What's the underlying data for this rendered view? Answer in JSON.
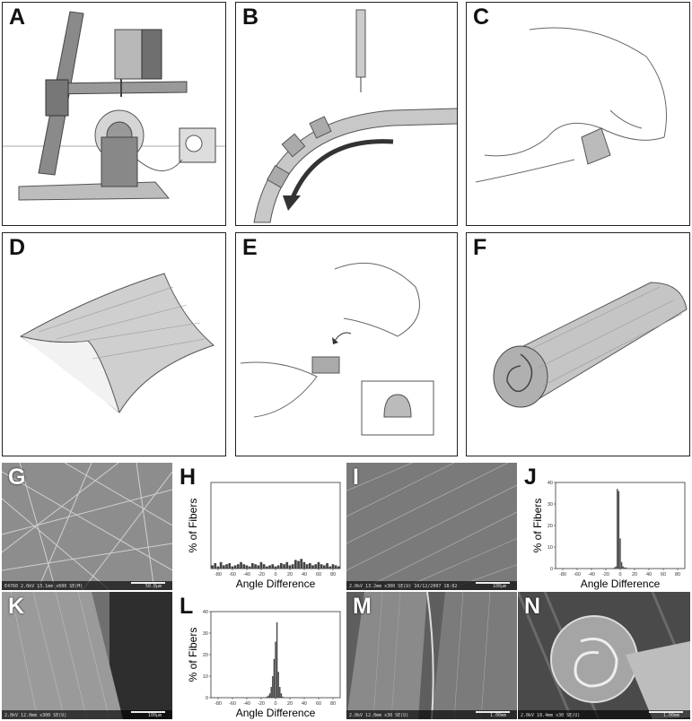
{
  "panels": {
    "a": {
      "label": "A"
    },
    "b": {
      "label": "B"
    },
    "c": {
      "label": "C"
    },
    "d": {
      "label": "D"
    },
    "e": {
      "label": "E"
    },
    "f": {
      "label": "F"
    }
  },
  "sem": {
    "g": {
      "label": "G",
      "info": "E4760 2.0kV 13.1mm x600 SE(M)",
      "scale": "50.0μm"
    },
    "i": {
      "label": "I",
      "info": "2.0kV 13.2mm x300 SE(U) 10/12/2007 18:02",
      "scale": "100μm"
    },
    "k": {
      "label": "K",
      "info": "2.0kV 12.0mm x300 SE(U)",
      "scale": "100μm"
    },
    "m": {
      "label": "M",
      "info": "2.0kV 12.0mm x30 SE(U)",
      "scale": "1.00mm"
    },
    "n": {
      "label": "N",
      "info": "2.0kV 18.4mm x30 SE(U)",
      "scale": "1.00mm"
    }
  },
  "histograms": {
    "h": {
      "label": "H"
    },
    "j": {
      "label": "J"
    },
    "l": {
      "label": "L"
    }
  },
  "chart_data": [
    {
      "type": "bar",
      "panel": "H",
      "xlabel": "Angle Difference",
      "ylabel": "% of Fibers",
      "xlim": [
        -90,
        90
      ],
      "ylim": [
        0,
        40
      ],
      "x_ticks": [
        -80,
        -60,
        -40,
        -20,
        0,
        20,
        40,
        60,
        80
      ],
      "y_ticks": [],
      "x": [
        -88,
        -84,
        -80,
        -76,
        -72,
        -68,
        -64,
        -60,
        -56,
        -52,
        -48,
        -44,
        -40,
        -36,
        -32,
        -28,
        -24,
        -20,
        -16,
        -12,
        -8,
        -4,
        0,
        4,
        8,
        12,
        16,
        20,
        24,
        28,
        32,
        36,
        40,
        44,
        48,
        52,
        56,
        60,
        64,
        68,
        72,
        76,
        80,
        84,
        88
      ],
      "values": [
        1.5,
        2.5,
        1,
        3,
        1.5,
        2,
        2.5,
        1,
        1.5,
        2,
        3,
        2,
        1.5,
        1,
        2.5,
        2,
        1.5,
        3,
        2,
        1,
        1.5,
        2,
        1,
        1.5,
        2.5,
        2,
        3,
        1.5,
        2,
        4,
        3.5,
        4.5,
        3,
        2,
        2.5,
        1.5,
        2,
        3,
        2,
        1.5,
        2.5,
        1,
        2,
        1.5,
        1
      ]
    },
    {
      "type": "bar",
      "panel": "J",
      "xlabel": "Angle Difference",
      "ylabel": "% of Fibers",
      "xlim": [
        -90,
        90
      ],
      "ylim": [
        0,
        40
      ],
      "x_ticks": [
        -80,
        -60,
        -40,
        -20,
        0,
        20,
        40,
        60,
        80
      ],
      "y_ticks": [
        0,
        10,
        20,
        30,
        40
      ],
      "x": [
        -8,
        -6,
        -4,
        -2,
        0,
        2,
        4,
        6,
        8
      ],
      "values": [
        0.5,
        1,
        37,
        36,
        14,
        3,
        1,
        0.5,
        0.5
      ]
    },
    {
      "type": "bar",
      "panel": "L",
      "xlabel": "Angle Difference",
      "ylabel": "% of Fibers",
      "xlim": [
        -90,
        90
      ],
      "ylim": [
        0,
        40
      ],
      "x_ticks": [
        -80,
        -60,
        -40,
        -20,
        0,
        20,
        40,
        60,
        80
      ],
      "y_ticks": [
        0,
        10,
        20,
        30,
        40
      ],
      "x": [
        -12,
        -10,
        -8,
        -6,
        -4,
        -2,
        0,
        2,
        4,
        6,
        8,
        10
      ],
      "values": [
        0.5,
        1,
        2,
        5,
        10,
        18,
        26,
        35,
        12,
        5,
        2,
        0.5
      ]
    }
  ]
}
